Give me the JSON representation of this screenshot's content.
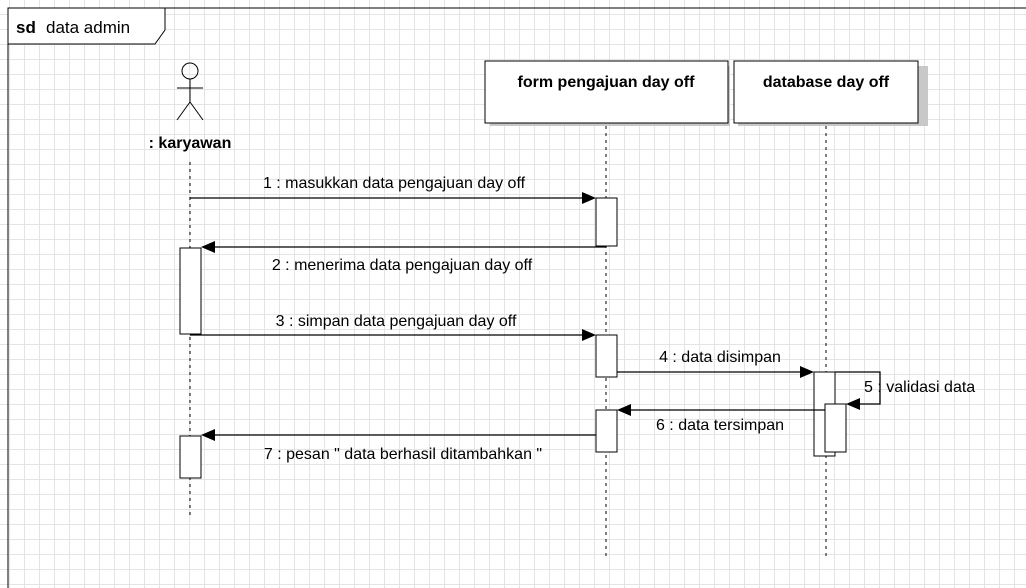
{
  "frame": {
    "keyword": "sd",
    "name": "data admin"
  },
  "lifelines": {
    "actor": {
      "label": ": karyawan"
    },
    "form": {
      "label": "form pengajuan day off"
    },
    "db": {
      "label": "database day off"
    }
  },
  "messages": [
    {
      "label": "1 : masukkan data pengajuan day off"
    },
    {
      "label": "2 : menerima data pengajuan day off"
    },
    {
      "label": "3 : simpan data pengajuan day off"
    },
    {
      "label": "4 : data disimpan"
    },
    {
      "label": "5 : validasi data"
    },
    {
      "label": "6 : data tersimpan"
    },
    {
      "label": "7 : pesan \" data berhasil ditambahkan \""
    }
  ]
}
